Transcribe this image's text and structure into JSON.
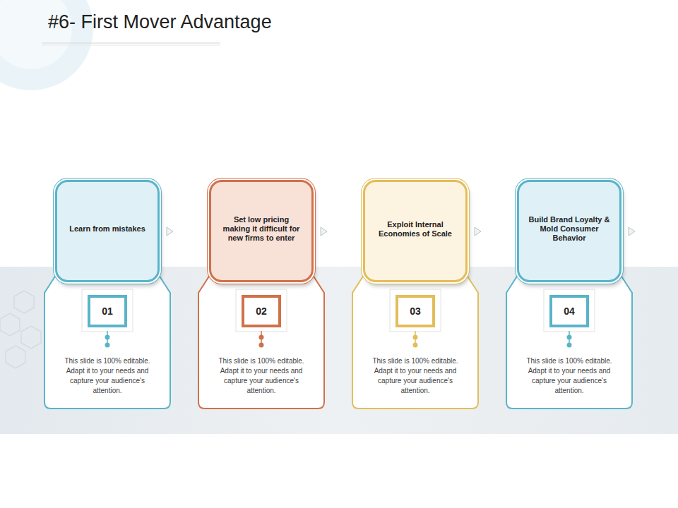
{
  "diagram": {
    "title": "#6- First Mover Advantage",
    "nodes": [
      {
        "text": [
          "Learn from mistakes"
        ]
      },
      {
        "text": [
          "This slide is 100% editable. Adapt it to your needs and capture your audience's attention."
        ]
      },
      {
        "text": [
          "01"
        ],
        "in": 1
      },
      {
        "text": [
          "Set low pricing making it difficult for new firms to enter"
        ]
      },
      {
        "text": [
          "This slide is 100% editable. Adapt it to your needs and capture your audience's attention."
        ]
      },
      {
        "text": [
          "02"
        ],
        "in": 4
      },
      {
        "text": [
          "Exploit Internal Economies of Scale"
        ]
      },
      {
        "text": [
          "This slide is 100% editable. Adapt it to your needs and capture your audience's attention."
        ]
      },
      {
        "text": [
          "03"
        ],
        "in": 7
      },
      {
        "text": [
          "Build Brand Loyalty & Mold Consumer Behavior"
        ]
      },
      {
        "text": [
          "This slide is 100% editable. Adapt it to your needs and capture your audience's attention."
        ]
      },
      {
        "text": [
          "04"
        ],
        "in": 10
      }
    ]
  }
}
